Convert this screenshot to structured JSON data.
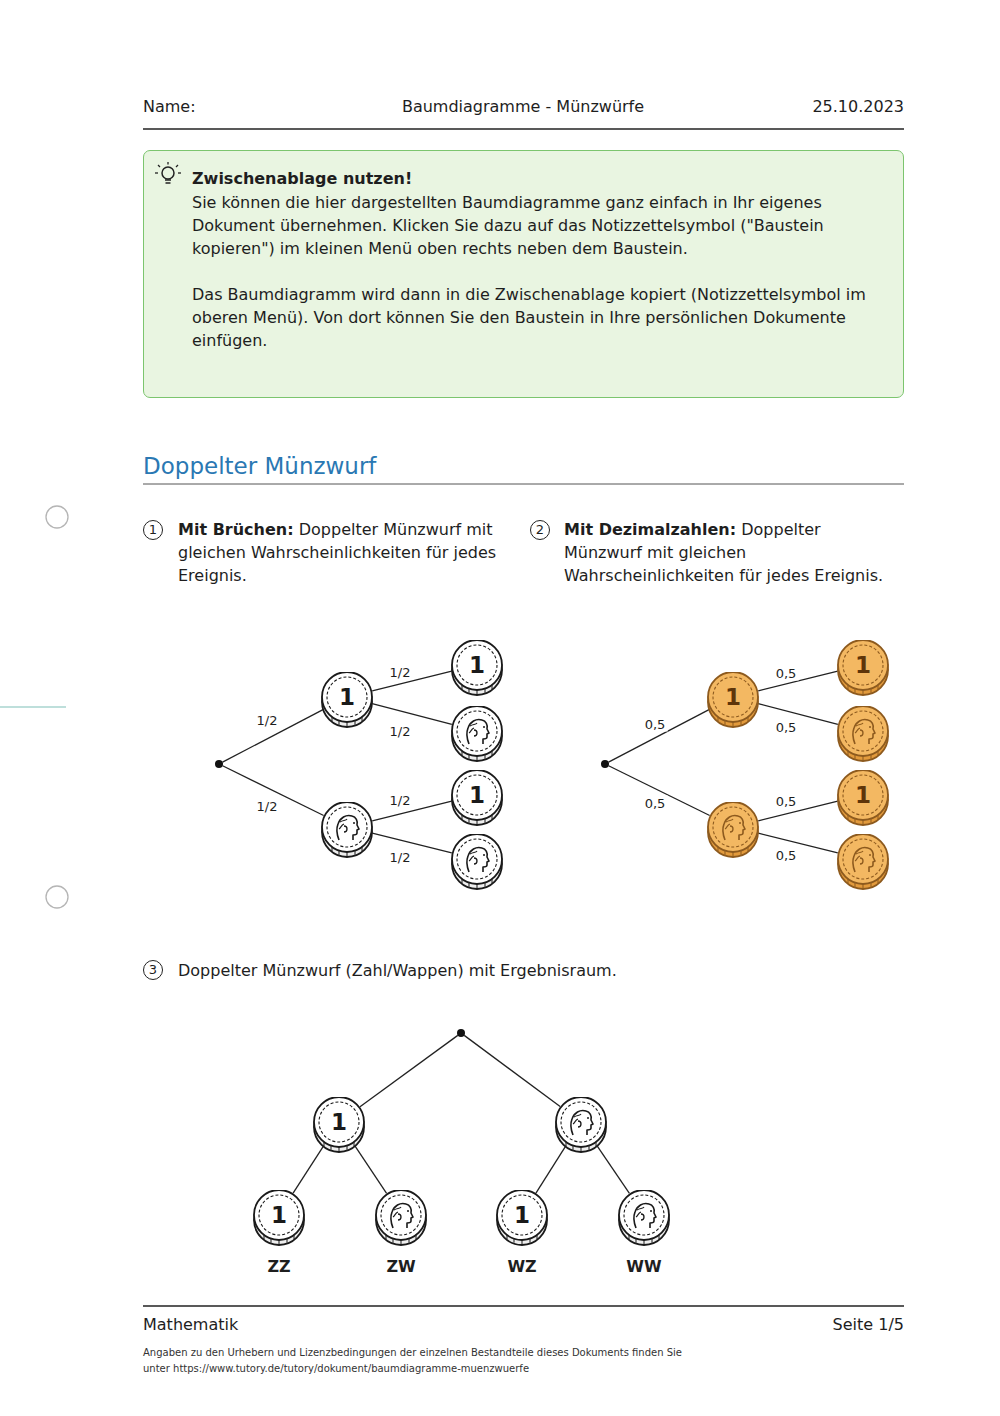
{
  "diagram": {
    "title": "Baumdiagramme - Münzwürfe",
    "nodes": [
      {
        "text": [
          "Zwischenablage nutzen!",
          "Sie können die hier dargestellten Baumdiagramme ganz einfach in Ihr eigenes Dokument übernehmen. Klicken Sie dazu auf das Notizzettelsymbol (\"Baustein kopieren\") im kleinen Menü oben rechts neben dem Baustein.",
          "Das Baumdiagramm wird dann in die Zwischenablage kopiert (Notizzettelsymbol im oberen Menü). Von dort können Sie den Baustein in Ihre persönlichen Dokumente einfügen."
        ]
      },
      {
        "text": []
      },
      {
        "text": [
          "1"
        ]
      },
      {
        "text": []
      },
      {
        "text": [
          "1"
        ]
      },
      {
        "text": []
      },
      {
        "text": [
          "1"
        ]
      },
      {
        "text": []
      },
      {
        "text": []
      },
      {
        "text": [
          "1"
        ]
      },
      {
        "text": []
      },
      {
        "text": [
          "1"
        ]
      },
      {
        "text": []
      },
      {
        "text": [
          "1"
        ]
      },
      {
        "text": []
      },
      {
        "text": []
      },
      {
        "text": [
          "1"
        ]
      },
      {
        "text": []
      },
      {
        "text": [
          "1",
          "ZZ"
        ]
      },
      {
        "text": [
          "ZW"
        ]
      },
      {
        "text": [
          "1",
          "WZ"
        ]
      },
      {
        "text": [
          "WW"
        ]
      }
    ],
    "edges": [
      {
        "from": 1,
        "to": 2,
        "arrow": "none",
        "label": "1/2"
      },
      {
        "from": 1,
        "to": 3,
        "arrow": "none",
        "label": "1/2"
      },
      {
        "from": 2,
        "to": 4,
        "arrow": "none",
        "label": "1/2"
      },
      {
        "from": 2,
        "to": 5,
        "arrow": "none",
        "label": "1/2"
      },
      {
        "from": 3,
        "to": 6,
        "arrow": "none",
        "label": "1/2"
      },
      {
        "from": 3,
        "to": 7,
        "arrow": "none",
        "label": "1/2"
      },
      {
        "from": 8,
        "to": 9,
        "arrow": "none",
        "label": "0,5"
      },
      {
        "from": 8,
        "to": 10,
        "arrow": "none",
        "label": "0,5"
      },
      {
        "from": 9,
        "to": 11,
        "arrow": "none",
        "label": "0,5"
      },
      {
        "from": 9,
        "to": 12,
        "arrow": "none",
        "label": "0,5"
      },
      {
        "from": 10,
        "to": 13,
        "arrow": "none",
        "label": "0,5"
      },
      {
        "from": 10,
        "to": 14,
        "arrow": "none",
        "label": "0,5"
      },
      {
        "from": 15,
        "to": 16,
        "arrow": "none"
      },
      {
        "from": 15,
        "to": 17,
        "arrow": "none"
      },
      {
        "from": 16,
        "to": 18,
        "arrow": "none"
      },
      {
        "from": 16,
        "to": 19,
        "arrow": "none"
      },
      {
        "from": 17,
        "to": 20,
        "arrow": "none"
      },
      {
        "from": 17,
        "to": 21,
        "arrow": "none"
      }
    ],
    "labels": [
      "Name:",
      "25.10.2023",
      "Doppelter Münzwurf",
      "1",
      "Mit Brüchen:",
      "Doppelter Münzwurf mit gleichen Wahrscheinlichkeiten für jedes Ereignis.",
      "2",
      "Mit Dezimalzahlen:",
      "Doppelter Münzwurf mit gleichen Wahrscheinlichkeiten für jedes Ereignis.",
      "3",
      "Doppelter Münzwurf (Zahl/Wappen) mit Ergebnisraum.",
      "Mathematik",
      "Seite 1/5",
      "Angaben zu den Urhebern und Lizenzbedingungen der einzelnen Bestandteile dieses Dokuments finden Sie unter https://www.tutory.de/tutory/dokument/baumdiagramme-muenzwuerfe"
    ]
  }
}
